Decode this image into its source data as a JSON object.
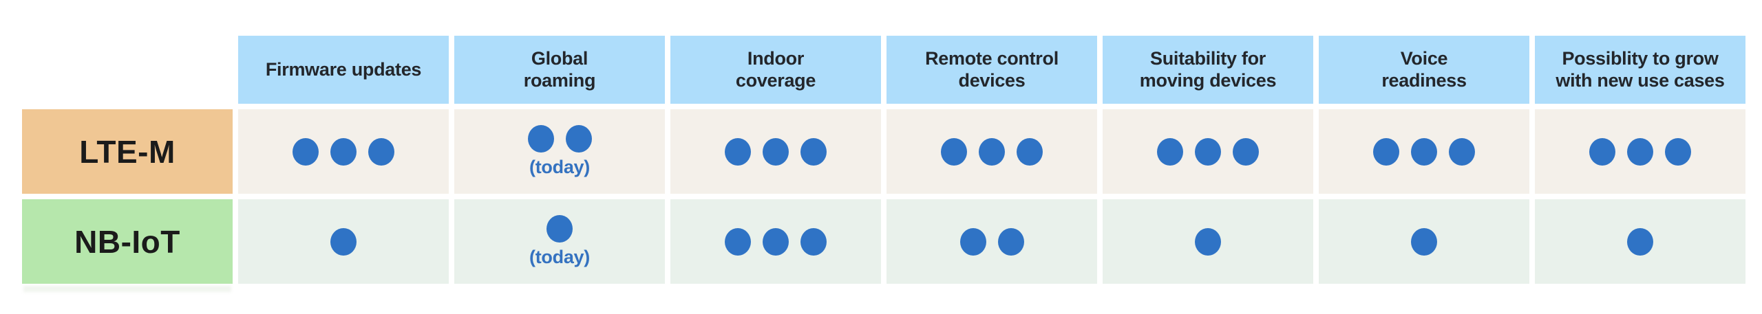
{
  "chart_data": {
    "type": "table",
    "title": "",
    "categories": [
      "Firmware updates",
      "Global\nroaming",
      "Indoor\ncoverage",
      "Remote control\ndevices",
      "Suitability for\nmoving devices",
      "Voice\nreadiness",
      "Possiblity to grow\nwith new use cases"
    ],
    "series": [
      {
        "name": "LTE-M",
        "values": [
          3,
          2,
          3,
          3,
          3,
          3,
          3
        ],
        "notes": [
          "",
          "(today)",
          "",
          "",
          "",
          "",
          ""
        ]
      },
      {
        "name": "NB-IoT",
        "values": [
          1,
          1,
          3,
          2,
          1,
          1,
          1
        ],
        "notes": [
          "",
          "(today)",
          "",
          "",
          "",
          "",
          ""
        ]
      }
    ],
    "rating_max": 3,
    "legend_position": "none"
  },
  "style": {
    "header_bg": "#aeddfb",
    "header_text": "#23262b",
    "row_label_text": "#1b1b1b",
    "row_label_bg": [
      "#f0c794",
      "#b6e7ac"
    ],
    "row_cell_bg": [
      "#f4f0ea",
      "#e9f1eb"
    ],
    "dot_color": "#2f73c5",
    "note_color": "#3472c0",
    "page_bg": "#ffffff"
  }
}
